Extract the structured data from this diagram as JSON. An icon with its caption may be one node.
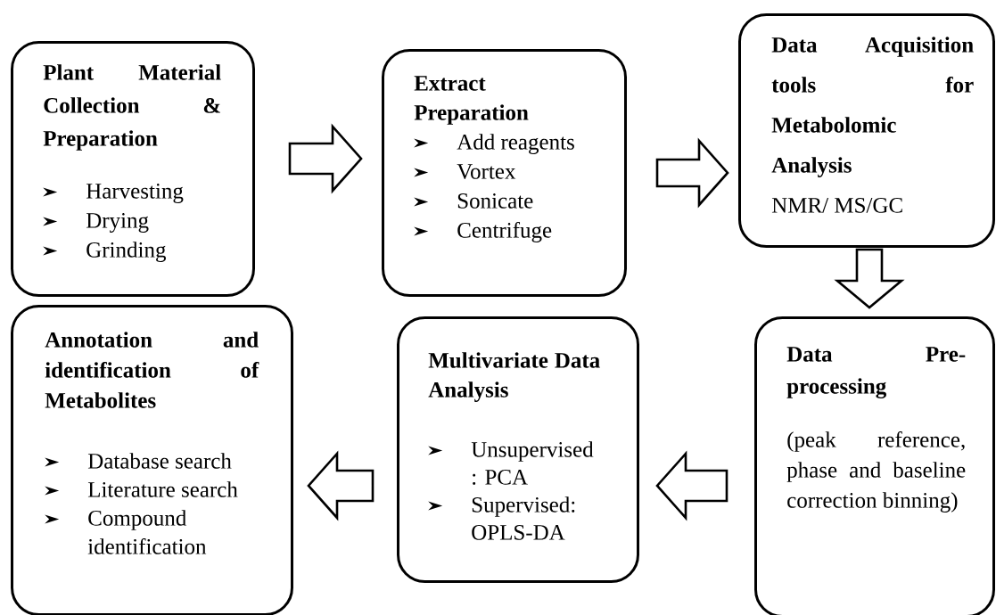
{
  "diagram": {
    "nodes": [
      {
        "text": [
          "Plant Material Collection & Preparation",
          "Harvesting",
          "Drying",
          "Grinding"
        ]
      },
      {
        "text": [
          "Extract Preparation",
          "Add reagents",
          "Vortex",
          "Sonicate",
          "Centrifuge"
        ]
      },
      {
        "text": [
          "Data Acquisition tools for Metabolomic Analysis",
          "NMR/ MS/GC"
        ]
      },
      {
        "text": [
          "Data Pre-processing",
          "(peak reference, phase and baseline correction binning)"
        ]
      },
      {
        "text": [
          "Multivariate Data Analysis",
          "Unsupervised : PCA",
          "Supervised: OPLS-DA"
        ]
      },
      {
        "text": [
          "Annotation and identification of Metabolites",
          "Database search",
          "Literature search",
          "Compound identification"
        ]
      }
    ],
    "edges": [
      {
        "from": 0,
        "to": 1,
        "arrow": "to"
      },
      {
        "from": 1,
        "to": 2,
        "arrow": "to"
      },
      {
        "from": 2,
        "to": 3,
        "arrow": "to"
      },
      {
        "from": 3,
        "to": 4,
        "arrow": "to"
      },
      {
        "from": 4,
        "to": 5,
        "arrow": "to"
      }
    ]
  }
}
